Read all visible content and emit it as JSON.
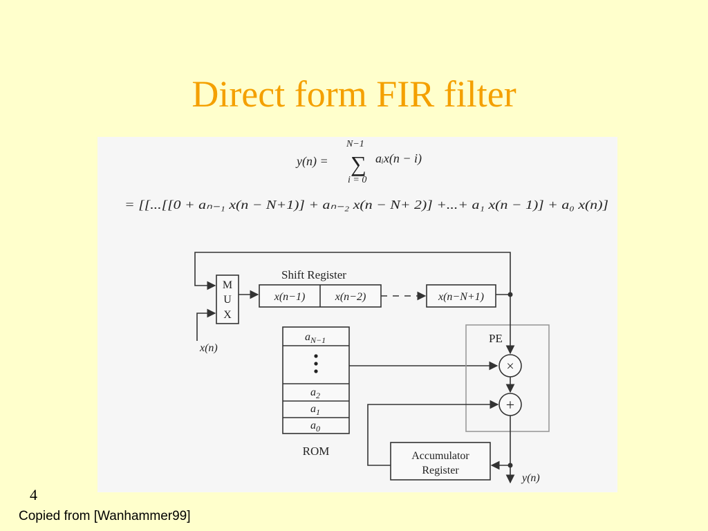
{
  "slide": {
    "title": "Direct form FIR filter",
    "page_number": "4",
    "source_note": "Copied from [Wanhammer99]"
  },
  "equations": {
    "lhs": "y(n) =",
    "sum_upper": "N−1",
    "sum_lower": "i = 0",
    "sigma": "∑",
    "summand": "aᵢx(n − i)",
    "expanded": "= [[...[[0 + aₙ₋₁ x(n − N+1)] + aₙ₋₂ x(n − N+ 2)] +...+ a₁ x(n − 1)] + a₀ x(n)]"
  },
  "diagram": {
    "mux_letters": [
      "M",
      "U",
      "X"
    ],
    "shift_register_label": "Shift Register",
    "shift_cells": [
      "x(n−1)",
      "x(n−2)"
    ],
    "shift_last_cell": "x(n−N+1)",
    "input_label": "x(n)",
    "rom_label": "ROM",
    "rom_coefficients": {
      "top": "a",
      "top_sub": "N−1",
      "rows": [
        {
          "base": "a",
          "sub": "2"
        },
        {
          "base": "a",
          "sub": "1"
        },
        {
          "base": "a",
          "sub": "0"
        }
      ]
    },
    "pe_label": "PE",
    "multiplier_symbol": "×",
    "adder_symbol": "+",
    "accumulator_lines": [
      "Accumulator",
      "Register"
    ],
    "output_label": "y(n)"
  },
  "colors": {
    "background": "#ffffcc",
    "title": "#f4a000",
    "figure_background": "#f6f6f6"
  }
}
